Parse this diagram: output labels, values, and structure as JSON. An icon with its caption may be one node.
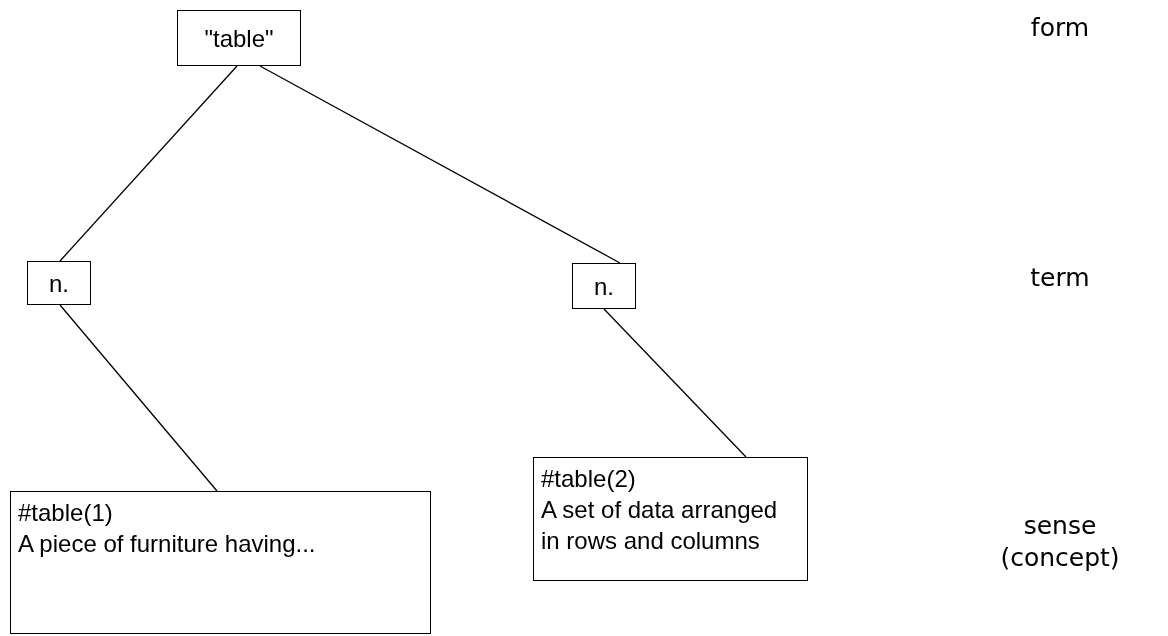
{
  "diagram": {
    "nodes": [
      {
        "text": [
          "\"table\""
        ]
      },
      {
        "text": [
          "n."
        ]
      },
      {
        "text": [
          "n."
        ]
      },
      {
        "text": [
          "#table(1)",
          "A piece of furniture having..."
        ]
      },
      {
        "text": [
          "#table(2)",
          "A set of data arranged in rows and columns"
        ]
      }
    ],
    "edges": [
      {
        "from": 0,
        "to": 1,
        "arrow": "none"
      },
      {
        "from": 0,
        "to": 2,
        "arrow": "none"
      },
      {
        "from": 1,
        "to": 3,
        "arrow": "none"
      },
      {
        "from": 2,
        "to": 4,
        "arrow": "none"
      }
    ],
    "labels": [
      "form",
      "term",
      "sense (concept)"
    ]
  }
}
